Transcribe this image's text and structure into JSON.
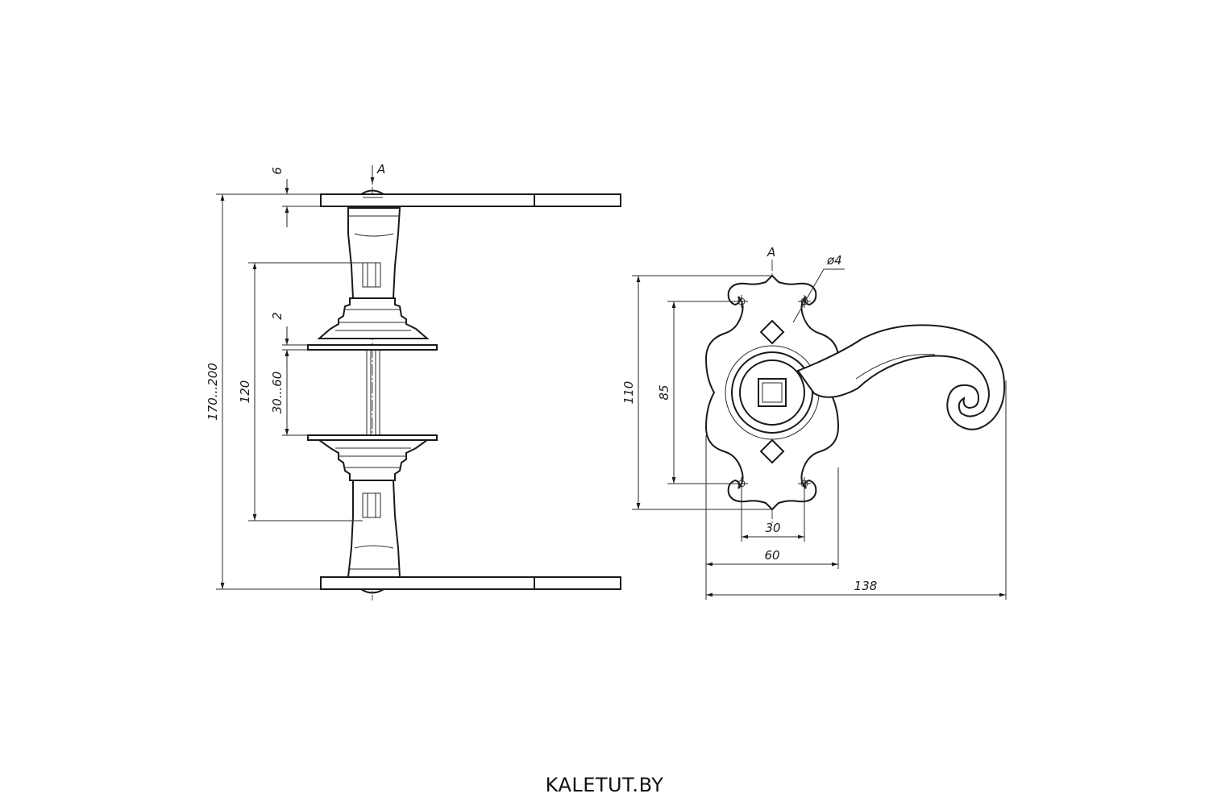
{
  "drawing": {
    "side_view": {
      "labels": {
        "section_mark": "A",
        "dim_plate_thickness": "6",
        "dim_rose_thickness": "2",
        "dim_door_thickness": "30...60",
        "dim_spindle_spacing": "120",
        "dim_total_length": "170...200"
      }
    },
    "front_view": {
      "labels": {
        "section_mark": "A",
        "dim_hole_diameter": "ø4",
        "dim_rose_height": "110",
        "dim_hole_vertical_spacing": "85",
        "dim_hole_horizontal_spacing": "30",
        "dim_rose_width": "60",
        "dim_total_width": "138"
      }
    }
  },
  "footer": {
    "site_name": "KALETUT.BY"
  }
}
